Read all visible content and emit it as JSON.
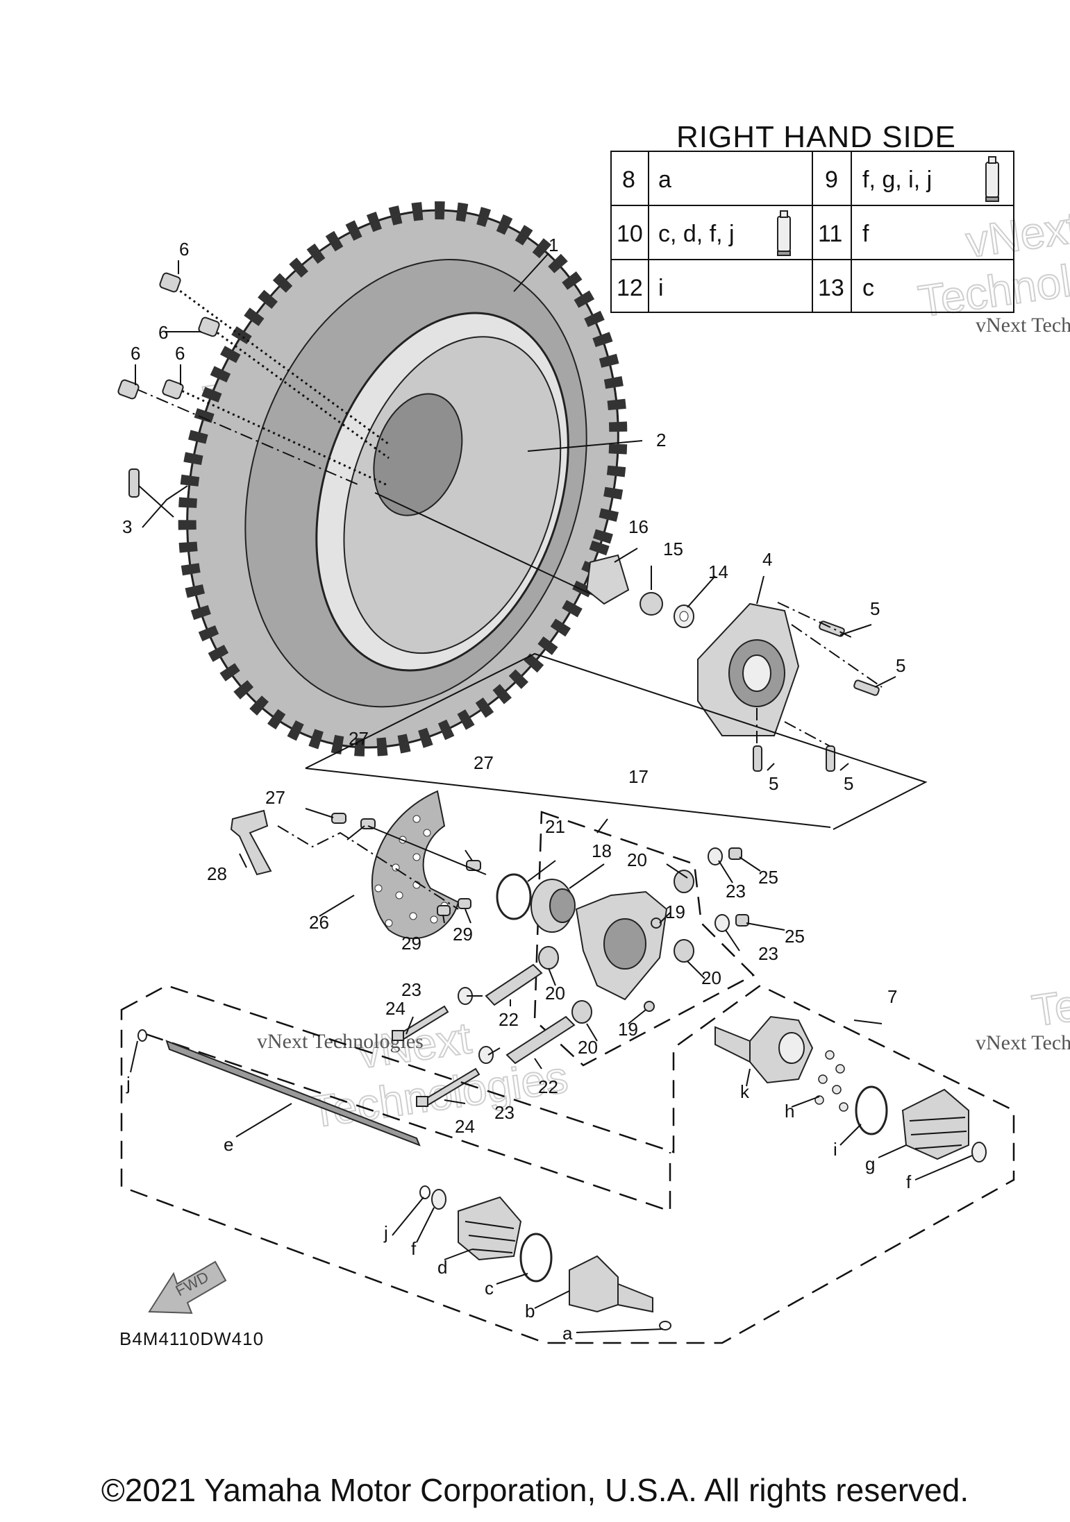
{
  "table": {
    "title": "RIGHT HAND SIDE",
    "rows": [
      [
        {
          "num": "8",
          "val": "a",
          "tube": false
        },
        {
          "num": "9",
          "val": "f, g, i, j",
          "tube": true
        }
      ],
      [
        {
          "num": "10",
          "val": "c, d, f, j",
          "tube": true
        },
        {
          "num": "11",
          "val": "f",
          "tube": false
        }
      ],
      [
        {
          "num": "12",
          "val": "i",
          "tube": false
        },
        {
          "num": "13",
          "val": "c",
          "tube": false
        }
      ]
    ]
  },
  "watermark": {
    "line1": "vNext",
    "line2": "Technologies",
    "caption": "vNext Technologies"
  },
  "callouts": {
    "c1": "1",
    "c2": "2",
    "c3": "3",
    "c4": "4",
    "c5a": "5",
    "c5b": "5",
    "c5c": "5",
    "c5d": "5",
    "c6a": "6",
    "c6b": "6",
    "c6c": "6",
    "c6d": "6",
    "c7": "7",
    "c14": "14",
    "c15": "15",
    "c16": "16",
    "c17": "17",
    "c18": "18",
    "c19a": "19",
    "c19b": "19",
    "c20a": "20",
    "c20b": "20",
    "c20c": "20",
    "c20d": "20",
    "c21": "21",
    "c22a": "22",
    "c22b": "22",
    "c23a": "23",
    "c23b": "23",
    "c23c": "23",
    "c23d": "23",
    "c24a": "24",
    "c24b": "24",
    "c25a": "25",
    "c25b": "25",
    "c26": "26",
    "c27a": "27",
    "c27b": "27",
    "c27c": "27",
    "c28": "28",
    "c29a": "29",
    "c29b": "29",
    "la": "a",
    "lb": "b",
    "lc": "c",
    "ld": "d",
    "le": "e",
    "lf1": "f",
    "lf2": "f",
    "lg": "g",
    "lh": "h",
    "li": "i",
    "lj1": "j",
    "lj2": "j",
    "lk": "k"
  },
  "fwd_label": "FWD",
  "diagram_code": "B4M4110DW410",
  "copyright": "©2021 Yamaha Motor Corporation, U.S.A. All rights reserved.",
  "colors": {
    "ink": "#111111",
    "watermark": "#cfcfcf",
    "part_fill": "#d4d4d4"
  }
}
